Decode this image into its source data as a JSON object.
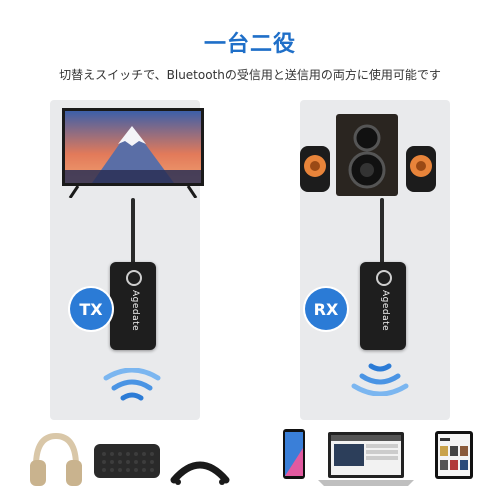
{
  "title": "一台二役",
  "subtitle": "切替えスイッチで、Bluetoothの受信用と送信用の両方に使用可能です",
  "tx": {
    "badge": "TX",
    "brand": "Agedate"
  },
  "rx": {
    "badge": "RX",
    "brand": "Agedate"
  },
  "colors": {
    "accent": "#2b7bd6",
    "title": "#1f6fc8",
    "panel": "#e9eaec"
  },
  "icons": [
    "tv-icon",
    "speaker-set-icon",
    "transmitter-device",
    "receiver-device",
    "wifi-signal-icon",
    "headphones-icon",
    "bluetooth-speaker-icon",
    "neckband-headphones-icon",
    "smartphone-icon",
    "laptop-icon",
    "tablet-icon"
  ]
}
